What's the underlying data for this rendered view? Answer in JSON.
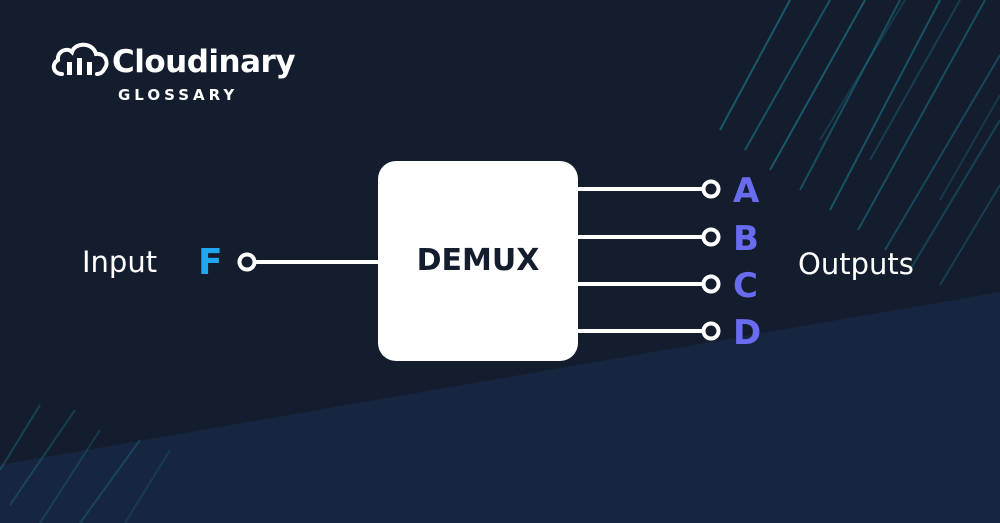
{
  "brand": {
    "name": "Cloudinary",
    "subtitle": "GLOSSARY",
    "logo_icon": "cloud-bars-icon"
  },
  "diagram": {
    "block_label": "DEMUX",
    "input_label": "Input",
    "input_signal": "F",
    "outputs_label": "Outputs",
    "outputs": [
      "A",
      "B",
      "C",
      "D"
    ]
  },
  "colors": {
    "background": "#141d2e",
    "background_lower": "#172640",
    "input_signal": "#1fa8ee",
    "output_signal": "#6a6cf0",
    "line": "#ffffff",
    "accent_stripes": "#1b8a9a"
  }
}
